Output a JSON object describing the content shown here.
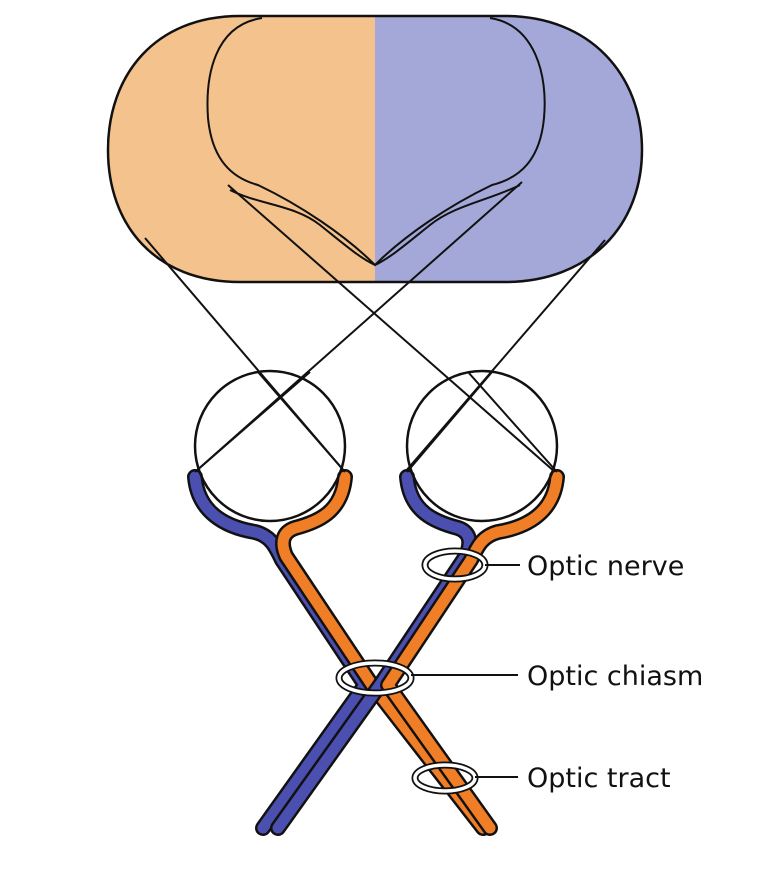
{
  "colors": {
    "left_field": "#f4c28d",
    "right_field": "#a3a8d8",
    "nerve_blue": "#4a4fb0",
    "nerve_orange": "#ef7e26",
    "outline": "#111111"
  },
  "labels": {
    "optic_nerve": "Optic nerve",
    "optic_chiasm": "Optic chiasm",
    "optic_tract": "Optic tract"
  }
}
